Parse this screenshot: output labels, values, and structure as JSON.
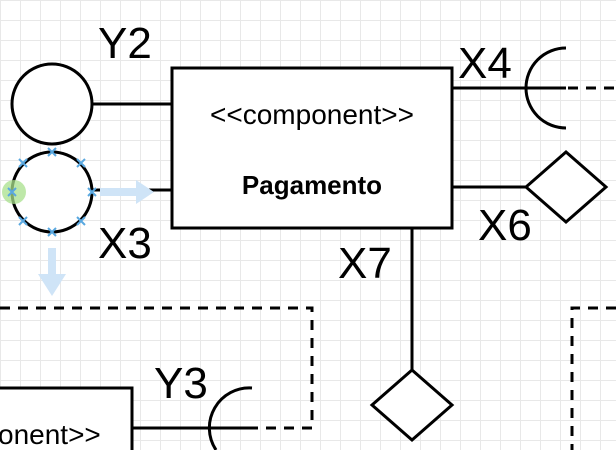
{
  "component_main": {
    "stereotype": "<<component>>",
    "name": "Pagamento"
  },
  "component_partial": {
    "stereotype": "onent>>"
  },
  "labels": {
    "y2": "Y2",
    "x3": "X3",
    "x4": "X4",
    "x6": "X6",
    "x7": "X7",
    "y3": "Y3"
  },
  "colors": {
    "stroke": "#000000",
    "selection_handle": "#5aa8e0",
    "selection_arrow": "#cfe4f7",
    "connection_point": "#a8e08c"
  }
}
